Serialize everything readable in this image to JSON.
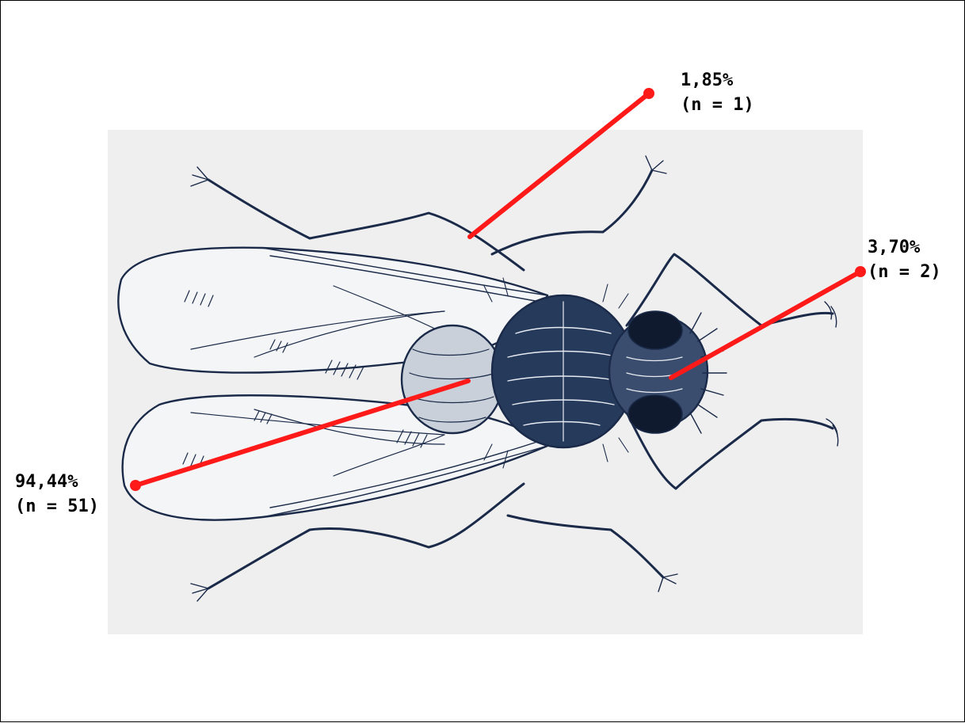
{
  "annotations": [
    {
      "id": "thorax",
      "percent": "1,85%",
      "count": "(n = 1)"
    },
    {
      "id": "head",
      "percent": "3,70%",
      "count": "(n = 2)"
    },
    {
      "id": "abdomen",
      "percent": "94,44%",
      "count": "(n = 51)"
    }
  ],
  "colors": {
    "pointer": "#ff1a1a",
    "ink": "#1a2a48",
    "panel": "#efeff0"
  }
}
